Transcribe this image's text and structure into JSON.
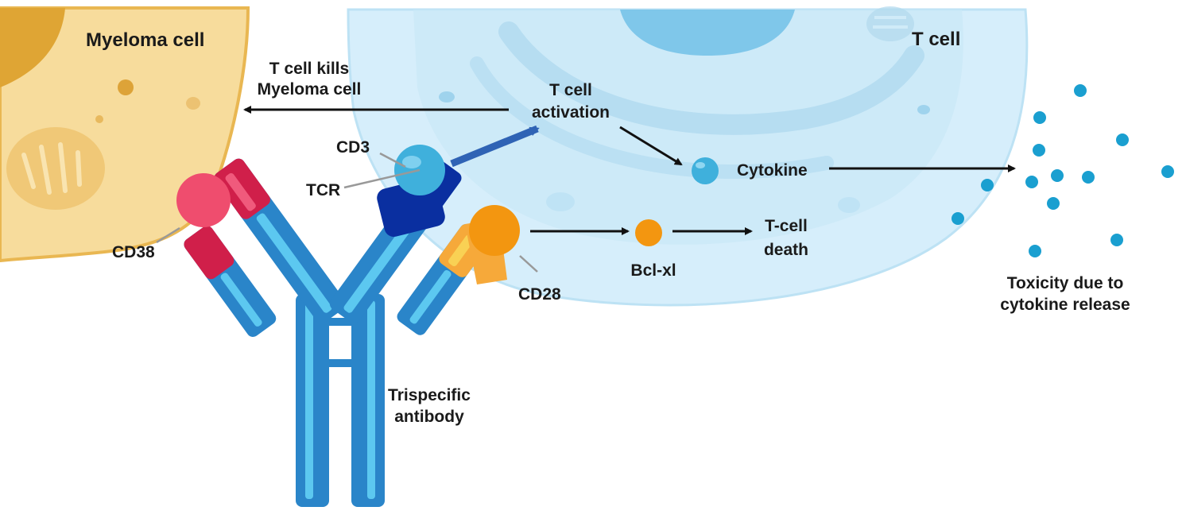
{
  "labels": {
    "myeloma_cell": "Myeloma cell",
    "t_cell": "T cell",
    "kills_line1": "T cell kills",
    "kills_line2": "Myeloma cell",
    "activation_line1": "T cell",
    "activation_line2": "activation",
    "cd3": "CD3",
    "tcr": "TCR",
    "cd38": "CD38",
    "cd28": "CD28",
    "cytokine": "Cytokine",
    "bclxl": "Bcl-xl",
    "death_line1": "T-cell",
    "death_line2": "death",
    "antibody_line1": "Trispecific",
    "antibody_line2": "antibody",
    "toxicity_line1": "Toxicity due to",
    "toxicity_line2": "cytokine release"
  },
  "colors": {
    "myeloma_fill": "#f7dc9c",
    "myeloma_edge": "#e9b752",
    "tcell_fill": "#d4eefa",
    "tcell_mid": "#bfe3f5",
    "antibody_blue": "#2a85c9",
    "antibody_light": "#5cc8f0",
    "cd38_red": "#ef4d6e",
    "antibody_red": "#d01f4a",
    "cd3_blue": "#3fb0dc",
    "tcr_navy": "#0a2fa0",
    "cd28_orange": "#f39610",
    "antibody_orange": "#f6a93a",
    "cytokine_dot": "#1a9fd0"
  }
}
